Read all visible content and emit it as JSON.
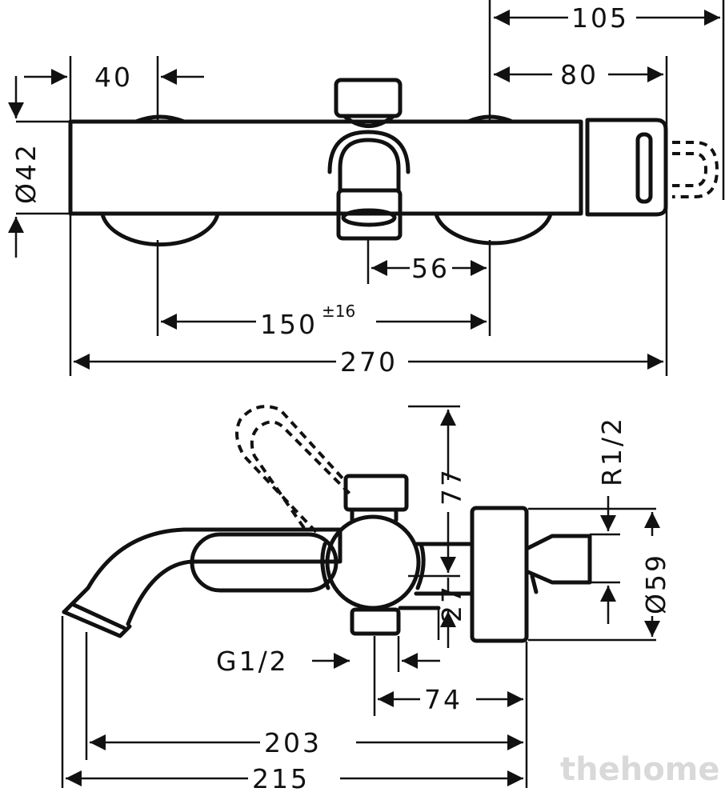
{
  "top_view": {
    "dimensions": {
      "d105": "105",
      "d40": "40",
      "d80": "80",
      "d42": "Ø42",
      "d56": "56",
      "d150": "150",
      "d150_tol": "±16",
      "d270": "270"
    }
  },
  "side_view": {
    "dimensions": {
      "d77": "77",
      "dR12": "R1/2",
      "d59": "Ø59",
      "d27": "27",
      "dG12": "G1/2",
      "d74": "74",
      "d203": "203",
      "d215": "215"
    }
  },
  "watermark": "thehome"
}
